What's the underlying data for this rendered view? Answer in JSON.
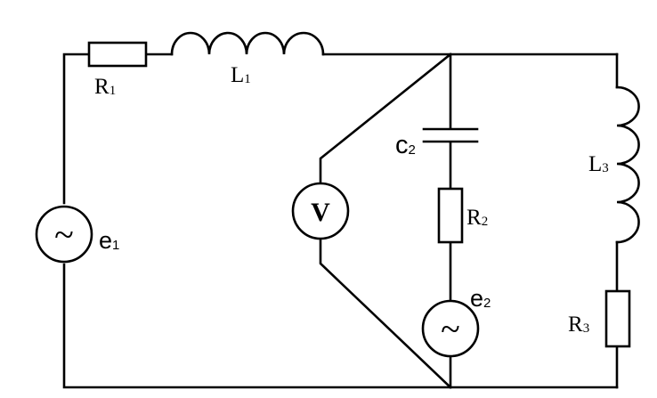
{
  "labels": {
    "r1": {
      "main": "R",
      "sub": "1"
    },
    "l1": {
      "main": "L",
      "sub": "1"
    },
    "e1": {
      "main": "e",
      "sub": "1"
    },
    "c2": {
      "main": "c",
      "sub": "2"
    },
    "r2": {
      "main": "R",
      "sub": "2"
    },
    "e2": {
      "main": "e",
      "sub": "2"
    },
    "l3": {
      "main": "L",
      "sub": "3"
    },
    "r3": {
      "main": "R",
      "sub": "3"
    },
    "voltmeter": "V",
    "source_symbol": "~"
  }
}
